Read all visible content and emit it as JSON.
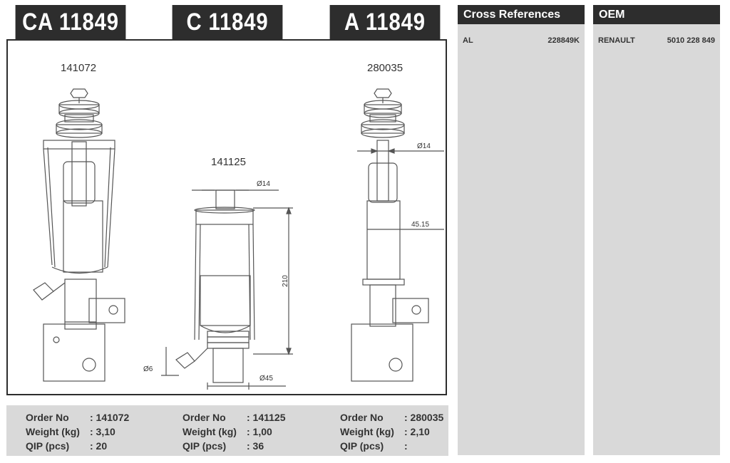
{
  "header": {
    "tabs": [
      {
        "label": "CA 11849"
      },
      {
        "label": "C 11849"
      },
      {
        "label": "A 11849"
      }
    ]
  },
  "drawings": {
    "left": {
      "part_no": "141072"
    },
    "middle": {
      "part_no": "141125",
      "dim_rod": "Ø14",
      "dim_height": "210",
      "dim_small": "Ø6",
      "dim_base": "Ø45"
    },
    "right": {
      "part_no": "280035",
      "dim_rod": "Ø14",
      "dim_body": "45.15"
    }
  },
  "info": {
    "labels": {
      "order": "Order No",
      "weight": "Weight (kg)",
      "qip": "QIP (pcs)"
    },
    "columns": [
      {
        "order": ": 141072",
        "weight": ": 3,10",
        "qip": ": 20"
      },
      {
        "order": ": 141125",
        "weight": ": 1,00",
        "qip": ": 36"
      },
      {
        "order": ": 280035",
        "weight": ": 2,10",
        "qip": ":"
      }
    ]
  },
  "cross_references": {
    "title": "Cross References",
    "rows": [
      {
        "brand": "AL",
        "code": "228849K"
      }
    ]
  },
  "oem": {
    "title": "OEM",
    "rows": [
      {
        "brand": "RENAULT",
        "code": "5010 228 849"
      }
    ]
  },
  "colors": {
    "dark": "#2d2d2d",
    "panel": "#d9d9d9",
    "line": "#555555"
  }
}
